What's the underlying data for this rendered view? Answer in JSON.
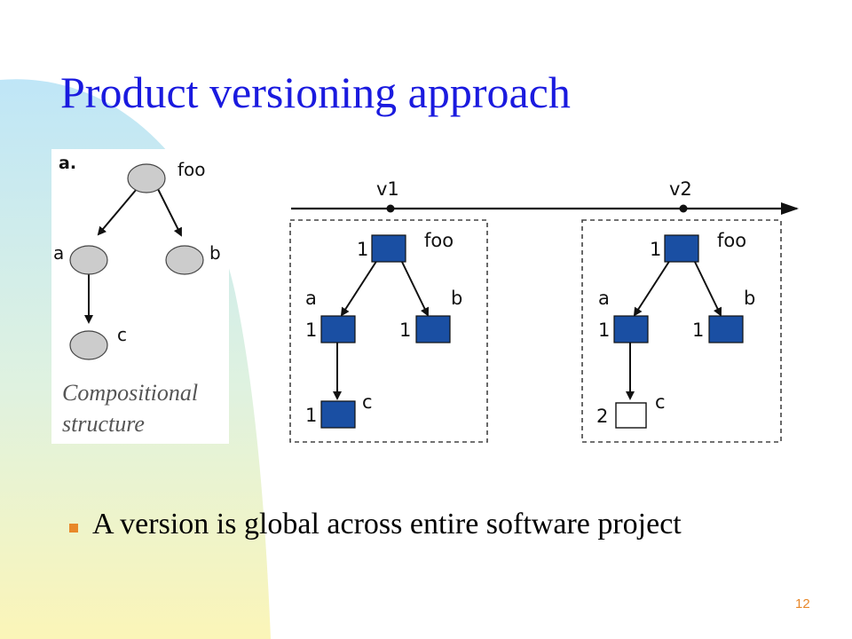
{
  "slide": {
    "title": "Product versioning approach",
    "bullet": "A version is global across entire software project",
    "page_number": "12"
  },
  "colors": {
    "title": "#1a1adf",
    "accent": "#e8882a",
    "node_fill": "#cccccc",
    "version_box_fill": "#1a4fa3",
    "changed_box_fill": "#ffffff"
  },
  "left_diagram": {
    "panel_label": "a.",
    "nodes": {
      "foo": "foo",
      "a": "a",
      "b": "b",
      "c": "c"
    },
    "caption_line1": "Compositional",
    "caption_line2": "structure"
  },
  "right_diagram": {
    "timeline": {
      "v1": "v1",
      "v2": "v2"
    },
    "snapshot_v1": {
      "foo_name": "foo",
      "foo_version": "1",
      "a_name": "a",
      "a_version": "1",
      "b_name": "b",
      "b_version": "1",
      "c_name": "c",
      "c_version": "1"
    },
    "snapshot_v2": {
      "foo_name": "foo",
      "foo_version": "1",
      "a_name": "a",
      "a_version": "1",
      "b_name": "b",
      "b_version": "1",
      "c_name": "c",
      "c_version": "2"
    }
  }
}
